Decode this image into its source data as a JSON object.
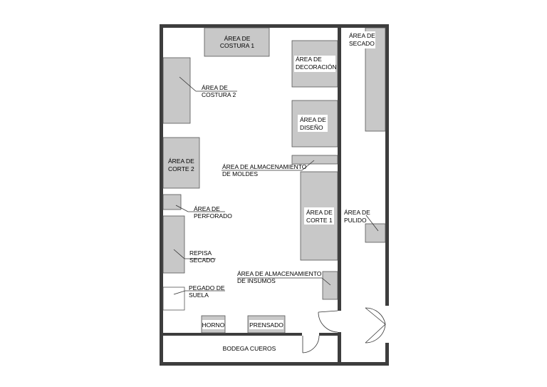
{
  "plan": {
    "areas": {
      "costura1": [
        "ÁREA DE",
        "COSTURA 1"
      ],
      "costura2": [
        "ÁREA DE",
        "COSTURA 2"
      ],
      "decoracion": [
        "ÁREA DE",
        "DECORACIÓN"
      ],
      "diseno": [
        "ÁREA DE",
        "DISEÑO"
      ],
      "secado": [
        "ÁREA DE",
        "SECADO"
      ],
      "corte2": [
        "ÁREA DE",
        "CORTE 2"
      ],
      "moldes": [
        "ÁREA DE ALMACENAMIENTO",
        "DE MOLDES"
      ],
      "perforado": [
        "ÁREA DE",
        "PERFORADO"
      ],
      "corte1": [
        "ÁREA DE",
        "CORTE 1"
      ],
      "pulido": [
        "ÁREA DE",
        "PULIDO"
      ],
      "repisa": [
        "REPISA",
        "SECADO"
      ],
      "insumos": [
        "ÁREA DE ALMACENAMIENTO",
        "DE INSUMOS"
      ],
      "pegado": [
        "PEGADO DE",
        "SUELA"
      ],
      "horno": "HORNO",
      "prensado": "PRENSADO",
      "bodega": "BODEGA CUEROS"
    }
  }
}
